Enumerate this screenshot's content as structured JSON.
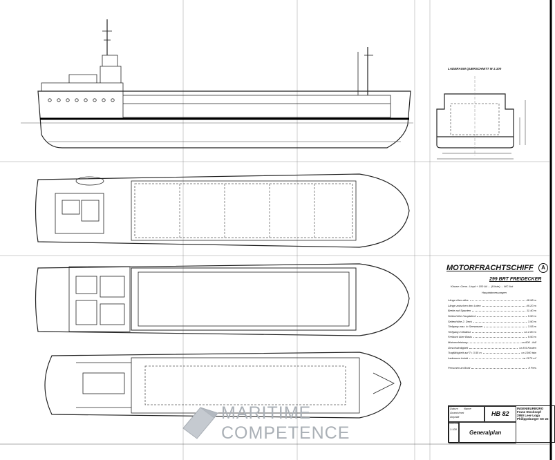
{
  "cross_section": {
    "title": "LADERAUM QUERSCHNITT   M 1:100"
  },
  "ship": {
    "title": "MOTORFRACHTSCHIFF",
    "sheet_mark": "A",
    "subtitle": "299 BRT FREIDECKER",
    "note": "Klasse: Germ. Lloyd + 100 A4 ... (Küste) ... MC Aut",
    "dimensions_header": "Hauptabmessungen",
    "dimensions": [
      {
        "label": "Länge über alles",
        "value": "48.98 m"
      },
      {
        "label": "Länge zwischen den Loten",
        "value": "45.20 m"
      },
      {
        "label": "Breite auf Spanten",
        "value": "11.40 m"
      },
      {
        "label": "Seitenhöhe Hauptdeck",
        "value": "5.50 m"
      },
      {
        "label": "Seitenhöhe 2. Deck",
        "value": "3.90 m"
      },
      {
        "label": "Tiefgang max. in Seewasser",
        "value": "3.55 m"
      },
      {
        "label": "Tiefgang in Ballast",
        "value": "ca 2.80 m"
      },
      {
        "label": "Freibord über Basis",
        "value": "9.50 m"
      },
      {
        "label": "Motorenleistung",
        "value": "ca 600 - kW"
      },
      {
        "label": "Geschwindigkeit",
        "value": "ca 8.5 Knoten"
      },
      {
        "label": "Tragfähigkeit auf T= 3.55 m",
        "value": "ca 1300 tdw"
      },
      {
        "label": "Laderaum Inhalt",
        "value": "ca 2170 m³"
      }
    ],
    "crew": {
      "label": "Personen an Bord",
      "value": "8 Pers"
    }
  },
  "title_block": {
    "drawing_no": "HB 82",
    "office": [
      "INGENIEURBÜRO",
      "Franz Stocksopf",
      "2950 Leer-Loga",
      "Philippsburger Str 22"
    ],
    "drawing_name": "Generalplan",
    "scale": "1:100",
    "fields": [
      "Datum",
      "Name",
      "Gezeichnet",
      "Geprüft",
      "Maßstab"
    ]
  },
  "watermark": {
    "line1": "MARITIME",
    "line2": "COMPETENCE"
  }
}
